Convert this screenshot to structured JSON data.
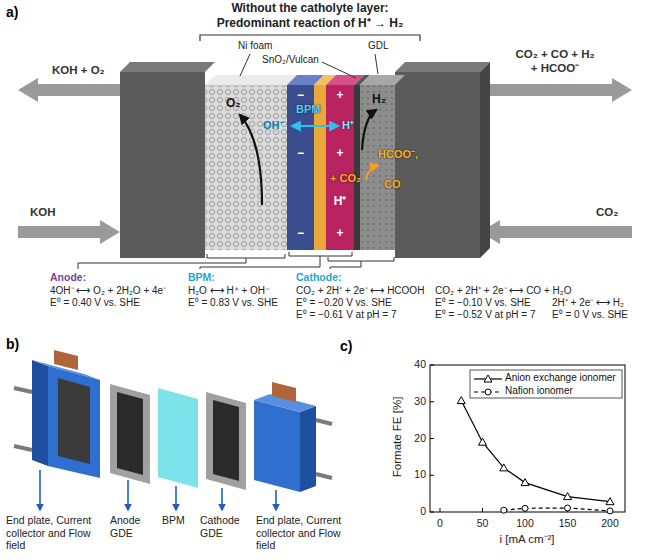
{
  "diagram": {
    "nodes": [
      {
        "text": [
          "−",
          "−",
          "−"
        ]
      },
      {
        "text": [
          "+",
          "+",
          "H⁺",
          "+"
        ]
      }
    ],
    "labels": [
      "a)",
      "Without the catholyte layer: Predominant reaction of H⁺ → H₂",
      "Ni foam",
      "GDL",
      "SnO₂/Vulcan",
      "KOH + O₂",
      "CO₂ + CO + H₂ + HCOO⁻",
      "O₂",
      "H₂",
      "BPM",
      "OH⁻",
      "H⁺",
      "HCOO⁻,",
      "+ CO₂",
      "CO",
      "KOH",
      "CO₂",
      "Anode:",
      "4OH⁻ ⟷ O₂ + 2H₂O + 4e⁻",
      "E⁰ = 0.40 V vs. SHE",
      "BPM:",
      "H₂O ⟷ H⁺ + OH⁻",
      "E⁰ = 0.83 V vs. SHE",
      "Cathode:",
      "CO₂ + 2H⁺ + 2e⁻ ⟷ HCOOH",
      "E⁰ = −0.20 V vs. SHE",
      "E⁰ = −0.61 V at pH = 7",
      "CO₂ + 2H⁺ + 2e⁻ ⟷ CO + H₂O",
      "E⁰ = −0.10 V vs. SHE",
      "E⁰ = −0.52 V at pH = 7",
      "2H⁺ + 2e⁻ ⟷ H₂",
      "E⁰ = 0 V vs. SHE",
      "b)",
      "End plate, Current collector and Flow field",
      "Anode GDE",
      "BPM",
      "Cathode GDE",
      "End plate, Current collector and Flow field",
      "c)",
      "40",
      "30",
      "20",
      "10",
      "0",
      "0",
      "50",
      "100",
      "150",
      "200",
      "Formate FE [%]",
      "i [mA cm⁻²]"
    ],
    "legend": [
      {
        "text": "Anion exchange ionomer"
      },
      {
        "text": "Nafion ionomer"
      }
    ]
  }
}
